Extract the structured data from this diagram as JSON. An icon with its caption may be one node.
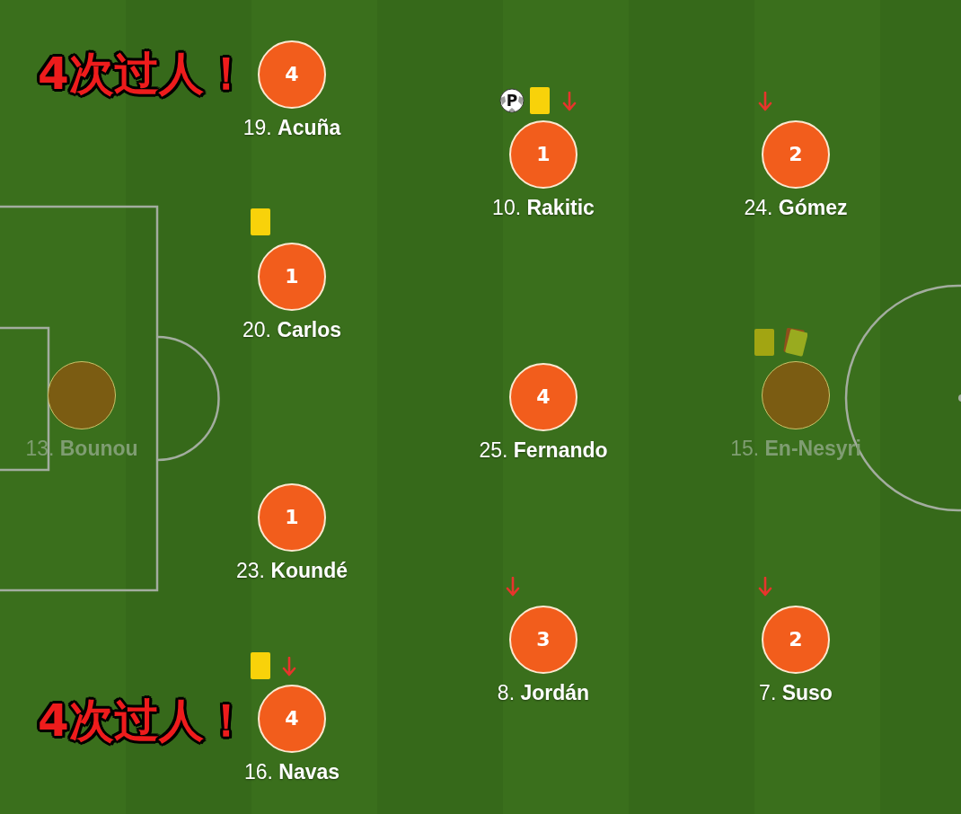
{
  "diagram": {
    "nodes": [
      {
        "text": [
          "4"
        ],
        "beside": [
          "19. **Acuña**"
        ]
      },
      {
        "text": [
          "1"
        ],
        "beside": [
          "10. **Rakitic**"
        ]
      },
      {
        "text": [
          "2"
        ],
        "beside": [
          "24. **Gómez**"
        ]
      },
      {
        "text": [
          "1"
        ],
        "beside": [
          "20. **Carlos**"
        ]
      },
      {
        "text": [],
        "shape": "circle",
        "beside": [
          "13. **Bounou**"
        ]
      },
      {
        "text": [
          "4"
        ],
        "beside": [
          "25. **Fernando**"
        ]
      },
      {
        "text": [],
        "shape": "circle",
        "beside": [
          "15. **En-Nesyri**"
        ]
      },
      {
        "text": [
          "1"
        ],
        "beside": [
          "23. **Koundé**"
        ]
      },
      {
        "text": [
          "3"
        ],
        "beside": [
          "8. **Jordán**"
        ]
      },
      {
        "text": [
          "2"
        ],
        "beside": [
          "7. **Suso**"
        ]
      },
      {
        "text": [
          "4"
        ],
        "beside": [
          "16. **Navas**"
        ]
      }
    ],
    "labels": [
      "4次过人！",
      "P",
      "4次过人！"
    ]
  }
}
